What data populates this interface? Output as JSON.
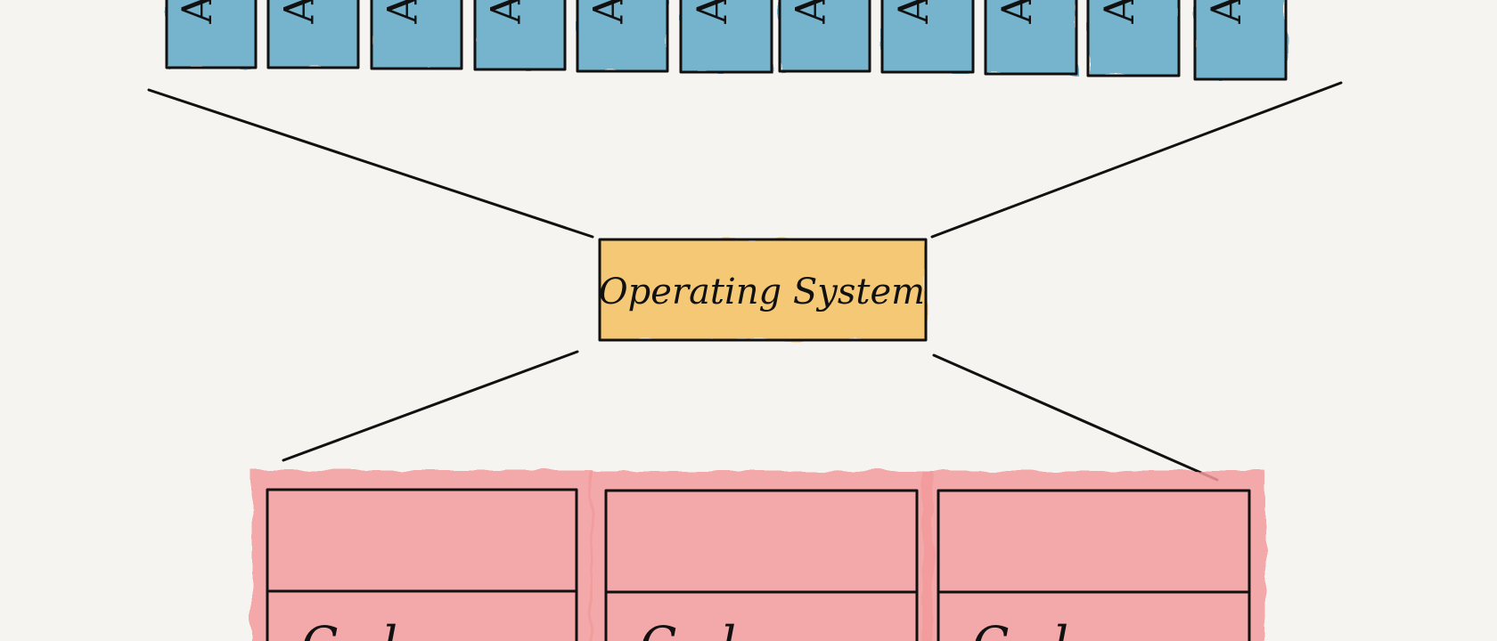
{
  "colors": {
    "background": "#f5f4f1",
    "app_fill": "#5fa9c6",
    "os_fill": "#f6c468",
    "component_fill": "#f39b9d",
    "stroke": "#111111"
  },
  "apps": {
    "labels": [
      "A",
      "A",
      "A",
      "A",
      "A",
      "A",
      "A",
      "A",
      "A",
      "A",
      "A"
    ]
  },
  "os": {
    "label": "Operating System"
  },
  "components": {
    "labels": [
      "C...l",
      "C...l",
      "C...l"
    ]
  }
}
